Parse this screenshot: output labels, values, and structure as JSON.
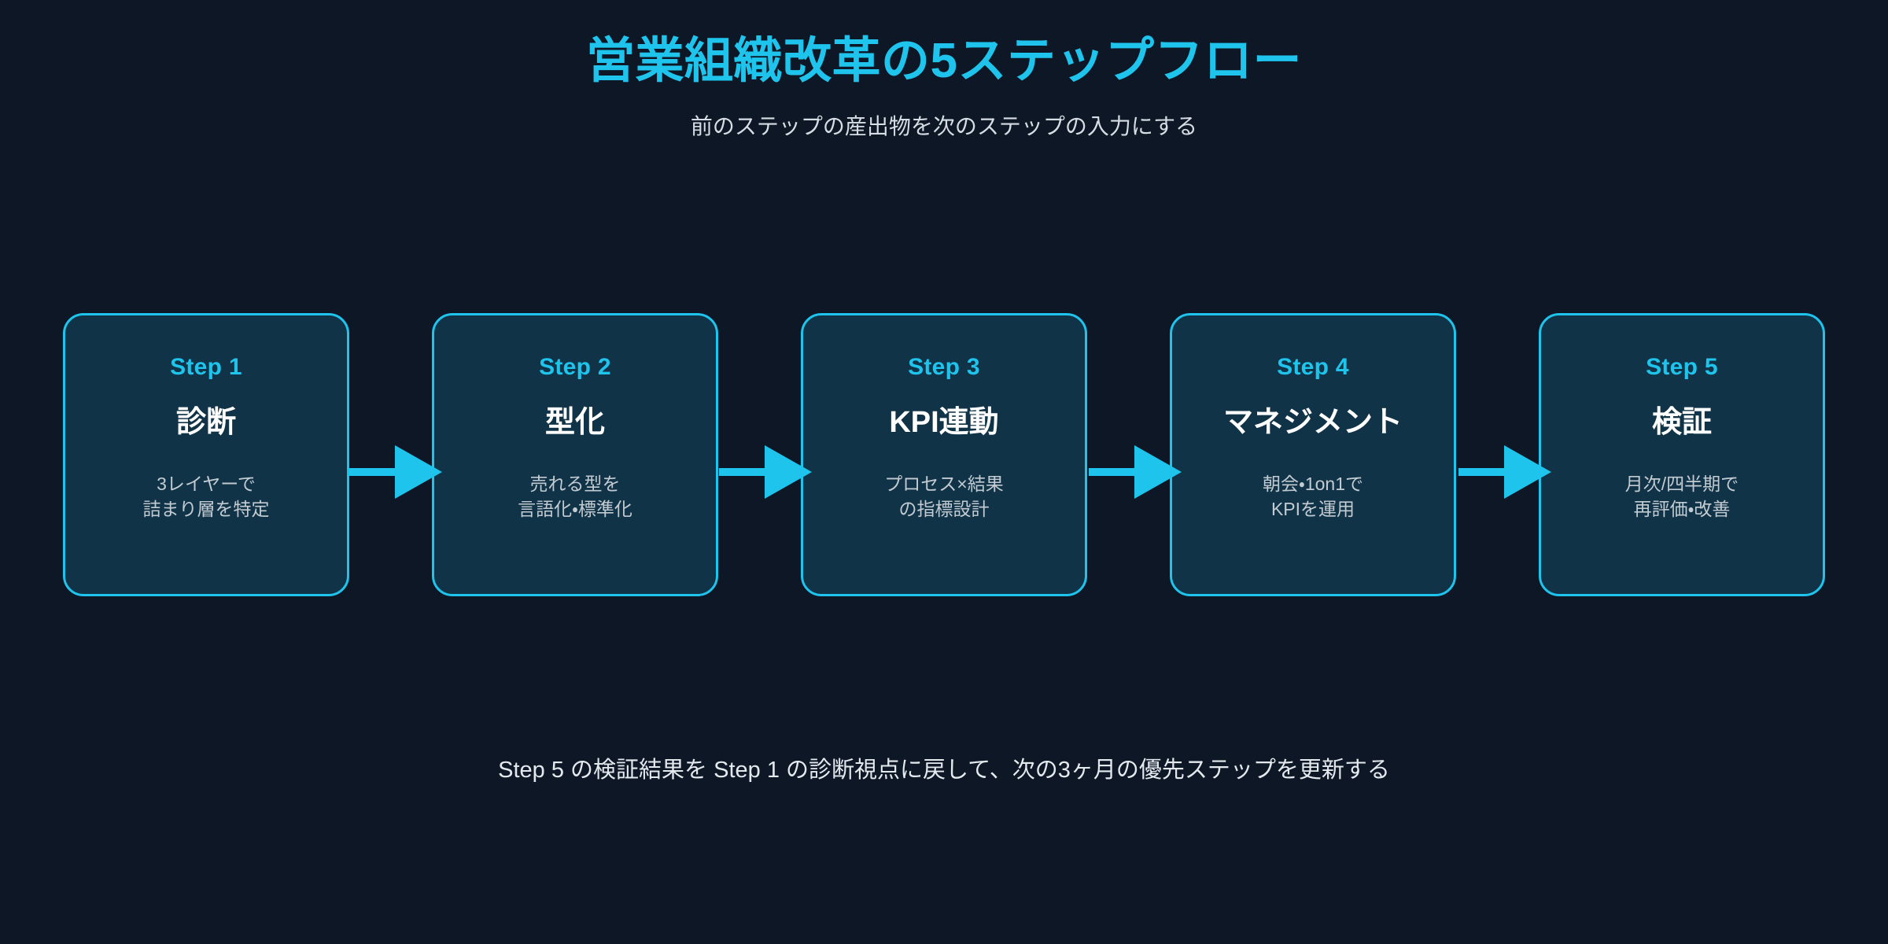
{
  "header": {
    "title": "営業組織改革の5ステップフロー",
    "subtitle": "前のステップの産出物を次のステップの入力にする"
  },
  "colors": {
    "background": "#0d1726",
    "accent": "#1fc4ec",
    "card_fill": "#103347",
    "card_border": "#1fc4ec",
    "title_text": "#ffffff",
    "desc_text": "#c3cbd2",
    "subtitle_text": "#d6dde4",
    "footer_text": "#e4e9ee"
  },
  "flow": {
    "steps": [
      {
        "label": "Step 1",
        "title": "診断",
        "desc_line1": "3レイヤーで",
        "desc_line2": "詰まり層を特定"
      },
      {
        "label": "Step 2",
        "title": "型化",
        "desc_line1": "売れる型を",
        "desc_line2": "言語化・標準化"
      },
      {
        "label": "Step 3",
        "title": "KPI連動",
        "desc_line1": "プロセス×結果",
        "desc_line2": "の指標設計"
      },
      {
        "label": "Step 4",
        "title": "マネジメント",
        "desc_line1": "朝会・1on1で",
        "desc_line2": "KPIを運用"
      },
      {
        "label": "Step 5",
        "title": "検証",
        "desc_line1": "月次/四半期で",
        "desc_line2": "再評価・改善"
      }
    ],
    "connectors": [
      {
        "icon": "arrow-right-icon",
        "from": "Step 1",
        "to": "Step 2"
      },
      {
        "icon": "arrow-right-icon",
        "from": "Step 2",
        "to": "Step 3"
      },
      {
        "icon": "arrow-right-icon",
        "from": "Step 3",
        "to": "Step 4"
      },
      {
        "icon": "arrow-right-icon",
        "from": "Step 4",
        "to": "Step 5"
      }
    ]
  },
  "footer": {
    "note": "Step 5 の検証結果を Step 1 の診断視点に戻して、次の3ヶ月の優先ステップを更新する"
  }
}
